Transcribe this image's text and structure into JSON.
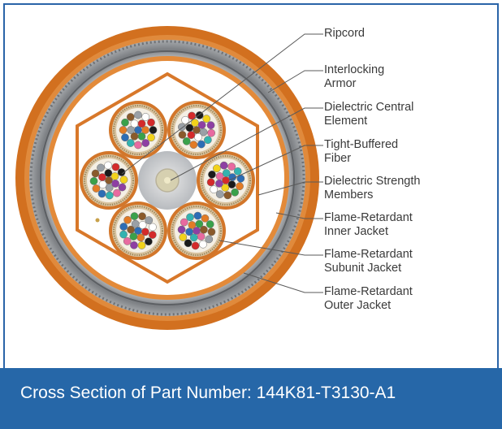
{
  "labels": [
    {
      "id": "ripcord",
      "text": "Ripcord"
    },
    {
      "id": "interlocking-armor",
      "text": "Interlocking\nArmor"
    },
    {
      "id": "dielectric-central-element",
      "text": "Dielectric Central\nElement"
    },
    {
      "id": "tight-buffered-fiber",
      "text": "Tight-Buffered\nFiber"
    },
    {
      "id": "dielectric-strength-members",
      "text": "Dielectric Strength\nMembers"
    },
    {
      "id": "flame-retardant-inner-jacket",
      "text": "Flame-Retardant\nInner Jacket"
    },
    {
      "id": "flame-retardant-subunit-jacket",
      "text": "Flame-Retardant\nSubunit Jacket"
    },
    {
      "id": "flame-retardant-outer-jacket",
      "text": "Flame-Retardant\nOuter Jacket"
    }
  ],
  "caption": "Cross Section of Part Number: 144K81-T3130-A1",
  "colors": {
    "frame_border": "#2a64a8",
    "caption_bar": "#2667a8",
    "outer_jacket": "#d2701f",
    "armor": "#8f9296",
    "subunit_jacket": "#d27a2e",
    "central_element": "#c9ccd0",
    "leader_line": "#555555"
  }
}
